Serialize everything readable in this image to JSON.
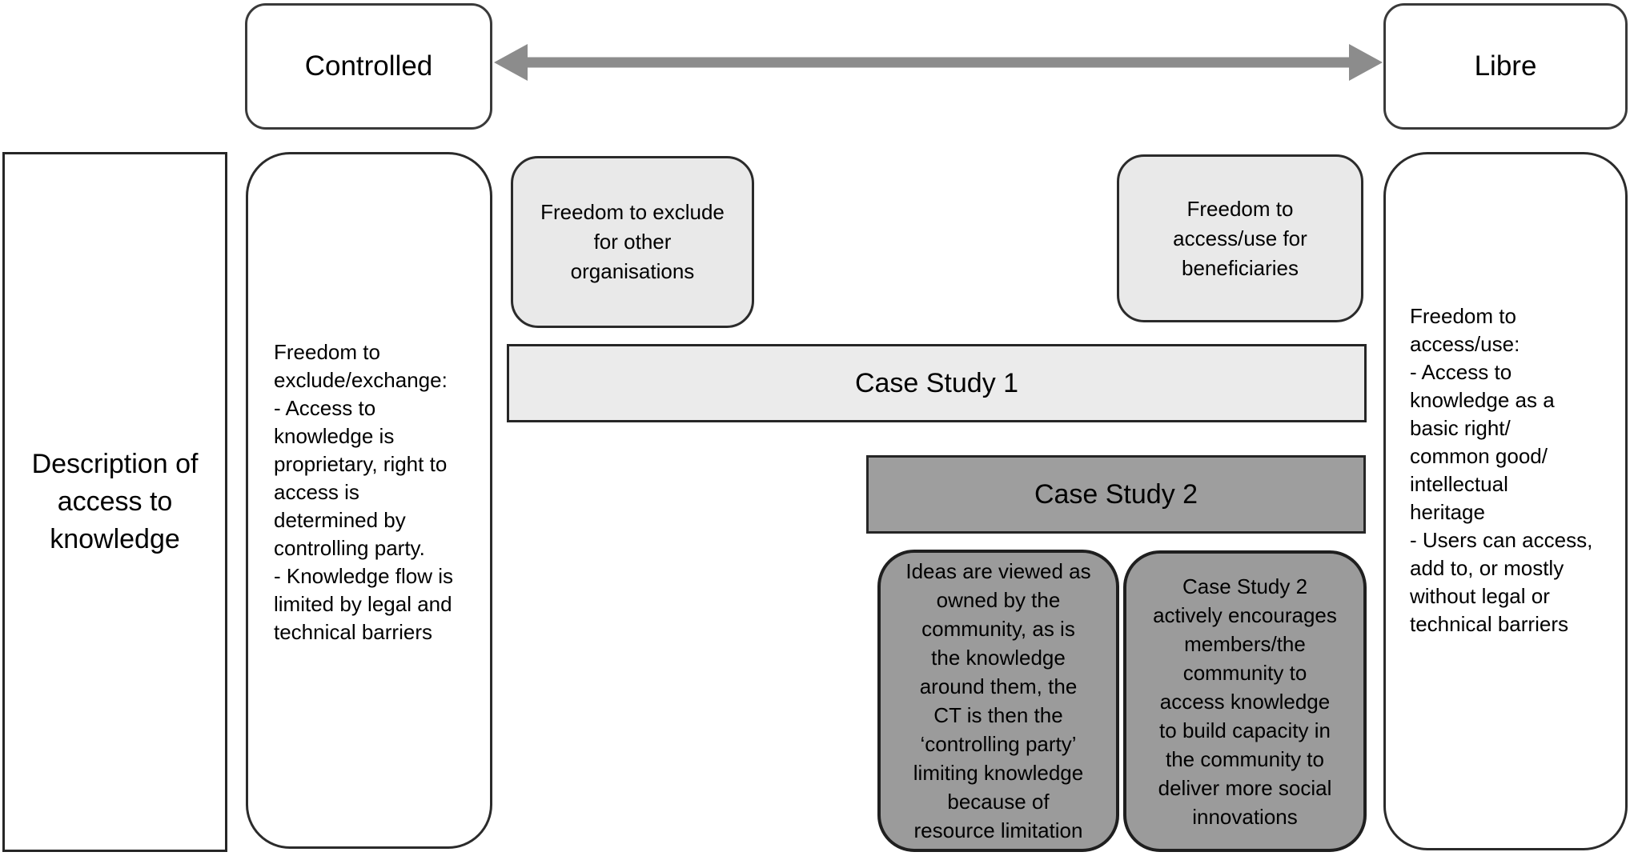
{
  "diagram": {
    "axis": {
      "left_label": "Controlled",
      "right_label": "Libre"
    },
    "row_header": "Description of\naccess to\nknowledge",
    "controlled_column": "Freedom to\nexclude/exchange:\n- Access to\nknowledge is\nproprietary, right to\naccess is\ndetermined by\ncontrolling party.\n- Knowledge flow is\nlimited by legal and\ntechnical barriers",
    "exclude_others": "Freedom to exclude\nfor other\norganisations",
    "beneficiaries": "Freedom to\naccess/use for\nbeneficiaries",
    "case_study_1": "Case Study 1",
    "case_study_2": "Case Study 2",
    "ideas_box": "Ideas are viewed as\nowned by the\ncommunity, as is\nthe knowledge\naround them, the\nCT is then the\n‘controlling party’\nlimiting knowledge\nbecause of\nresource limitation",
    "cs2_detail": "Case Study 2\nactively encourages\nmembers/the\ncommunity to\naccess knowledge\nto build capacity in\nthe community to\ndeliver more social\ninnovations",
    "libre_column": "Freedom to\naccess/use:\n- Access to\nknowledge as a\nbasic right/\ncommon good/\nintellectual\nheritage\n- Users can access,\nadd to, or mostly\nwithout legal or\ntechnical barriers"
  },
  "colors": {
    "light_fill": "#e9e9e9",
    "bar_light_fill": "#ebebeb",
    "dark_fill": "#9b9b9b",
    "bar_dark_fill": "#9e9e9e",
    "border_dark": "#262626",
    "arrow_gray": "#8c8c8c",
    "background": "#ffffff",
    "text": "#000000"
  }
}
